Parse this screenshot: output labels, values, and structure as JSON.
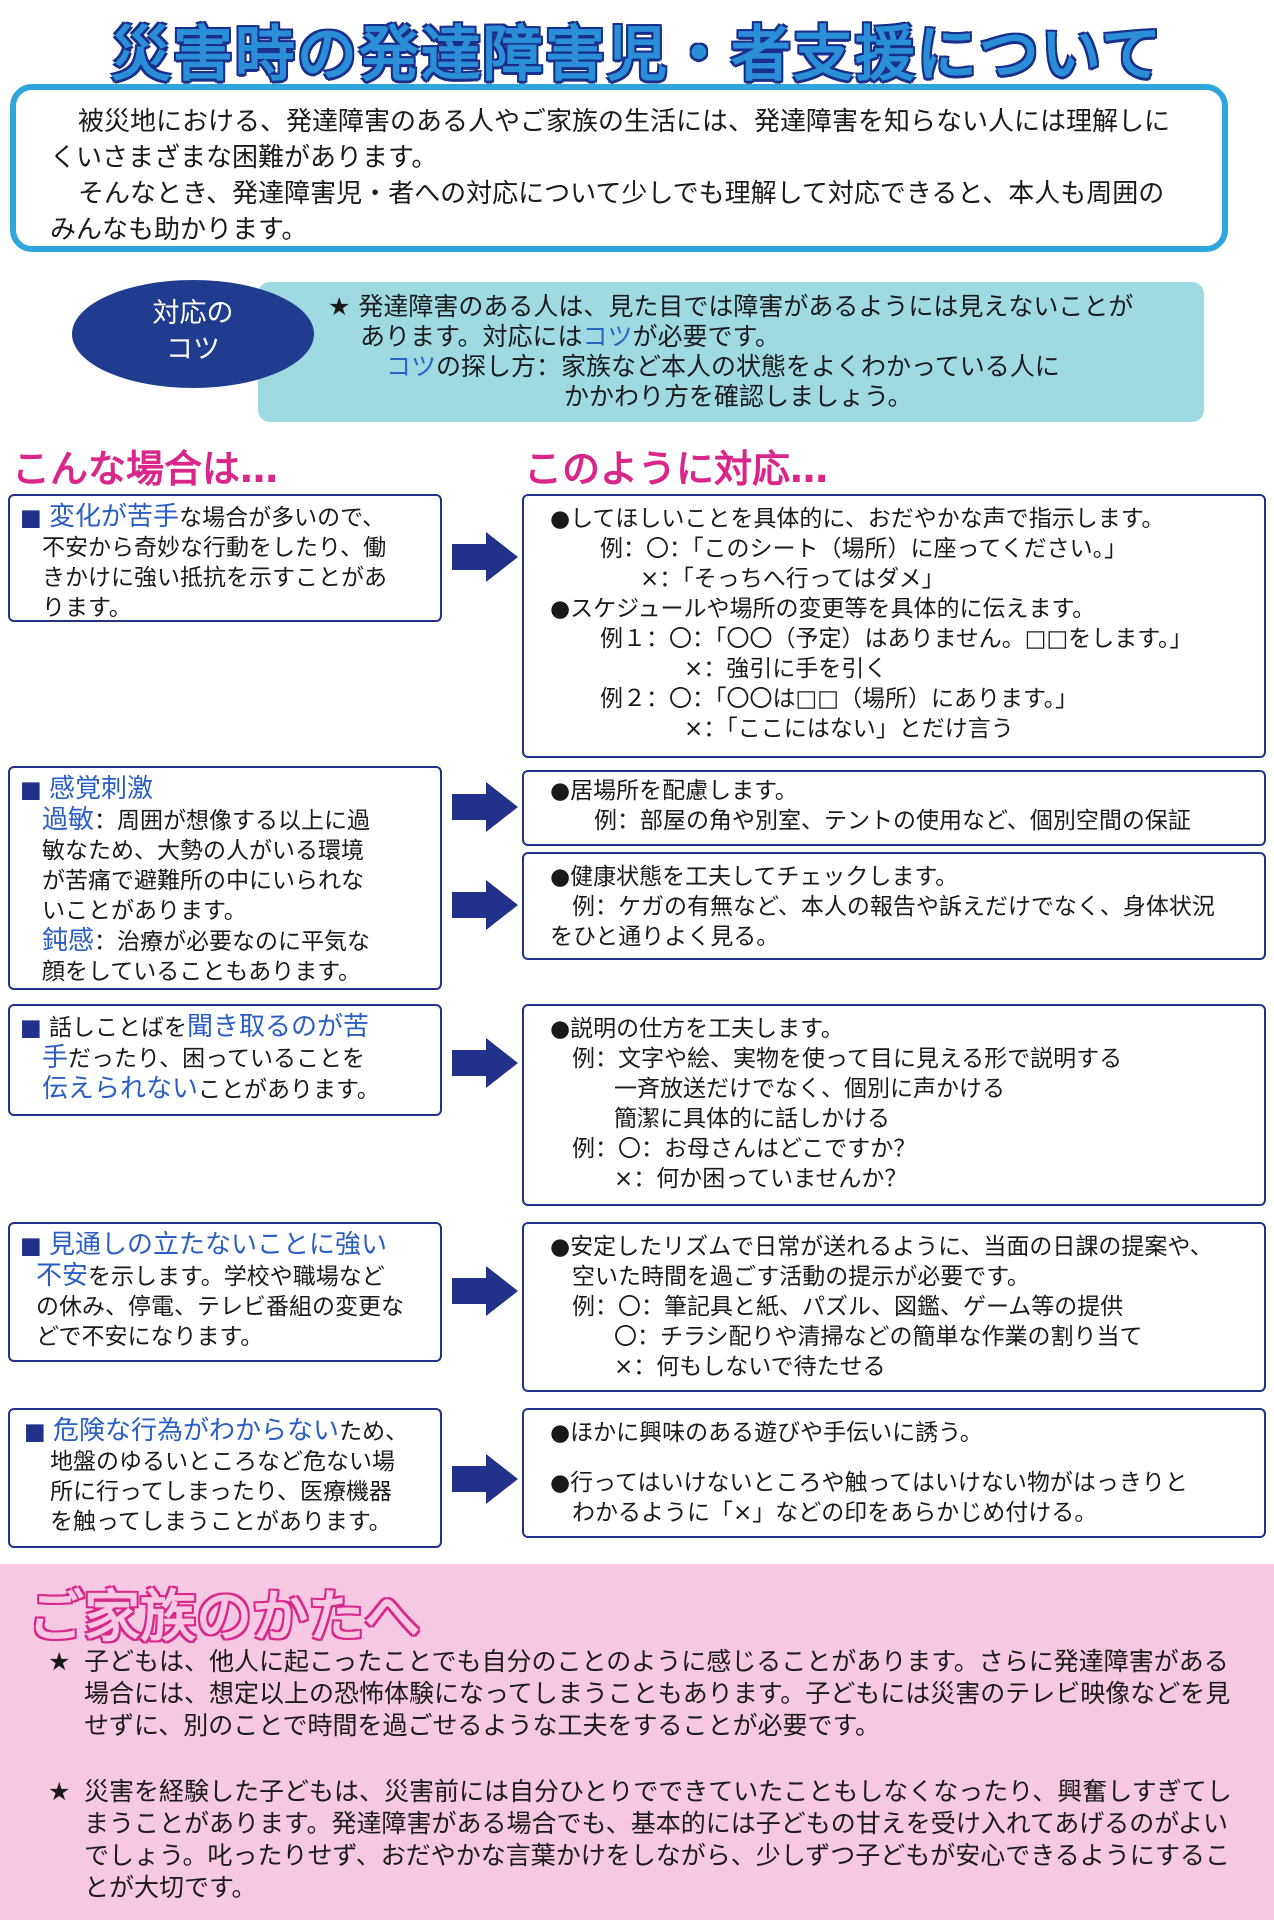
{
  "title": "災害時の発達障害児・者支援について",
  "intro": {
    "p1": "被災地における、発達障害のある人やご家族の生活には、発達障害を知らない人には理解しにくいさまざまな困難があります。",
    "p2": "そんなとき、発達障害児・者への対応について少しでも理解して対応できると、本人も周囲のみんなも助かります。"
  },
  "tips": {
    "badge_line1": "対応の",
    "badge_line2": "コツ",
    "star": "★",
    "line1": "発達障害のある人は、見た目では障害があるようには見えないことが",
    "line2a": "あります。対応には",
    "line2b": "コツ",
    "line2c": "が必要です。",
    "line3a": "コツ",
    "line3b": "の探し方：家族など本人の状態をよくわかっている人に",
    "line4": "かかわり方を確認しましょう。"
  },
  "headings": {
    "left": "こんな場合は…",
    "right": "このように対応…"
  },
  "cases": {
    "c1": {
      "hl": "変化が苦手",
      "text1": "な場合が多いので、",
      "text2": "不安から奇妙な行動をしたり、働",
      "text3": "きかけに強い抵抗を示すことがあ",
      "text4": "ります。"
    },
    "c2": {
      "hl": "感覚刺激",
      "sub1": "過敏",
      "sub1_text1": "：周囲が想像する以上に過",
      "sub1_text2": "敏なため、大勢の人がいる環境",
      "sub1_text3": "が苦痛で避難所の中にいられな",
      "sub1_text4": "いことがあります。",
      "sub2": "鈍感",
      "sub2_text1": "：治療が必要なのに平気な",
      "sub2_text2": "顔をしていることもあります。"
    },
    "c3": {
      "pre": "話しことばを",
      "hl1": "聞き取るのが苦",
      "hl2": "手",
      "text2": "だったり、困っていることを",
      "hl3": "伝えられない",
      "text3": "ことがあります。"
    },
    "c4": {
      "hl1": "見通しの立たないことに強い",
      "hl2": "不安",
      "text1": "を示します。学校や職場など",
      "text2": "の休み、停電、テレビ番組の変更な",
      "text3": "どで不安になります。"
    },
    "c5": {
      "hl": "危険な行為がわからない",
      "text1": "ため、",
      "text2": "地盤のゆるいところなど危ない場",
      "text3": "所に行ってしまったり、医療機器",
      "text4": "を触ってしまうことがあります。"
    }
  },
  "responses": {
    "r1": {
      "l1": "●してほしいことを具体的に、おだやかな声で指示します。",
      "l2": "例：〇：「このシート（場所）に座ってください。」",
      "l3": "×：「そっちへ行ってはダメ」",
      "l4": "●スケジュールや場所の変更等を具体的に伝えます。",
      "l5": "例１：〇：「〇〇（予定）はありません。□□をします。」",
      "l6": "×：強引に手を引く",
      "l7": "例２：〇：「〇〇は□□（場所）にあります。」",
      "l8": "×：「ここにはない」とだけ言う"
    },
    "r2a": {
      "l1": "●居場所を配慮します。",
      "l2": "例：部屋の角や別室、テントの使用など、個別空間の保証"
    },
    "r2b": {
      "l1": "●健康状態を工夫してチェックします。",
      "l2": "例：ケガの有無など、本人の報告や訴えだけでなく、身体状況",
      "l3": "をひと通りよく見る。"
    },
    "r3": {
      "l1": "●説明の仕方を工夫します。",
      "l2": "例：文字や絵、実物を使って目に見える形で説明する",
      "l3": "一斉放送だけでなく、個別に声かける",
      "l4": "簡潔に具体的に話しかける",
      "l5": "例：〇：お母さんはどこですか？",
      "l6": "×：何か困っていませんか？"
    },
    "r4": {
      "l1": "●安定したリズムで日常が送れるように、当面の日課の提案や、",
      "l2": "空いた時間を過ごす活動の提示が必要です。",
      "l3": "例：〇：筆記具と紙、パズル、図鑑、ゲーム等の提供",
      "l4": "〇：チラシ配りや清掃などの簡単な作業の割り当て",
      "l5": "×：何もしないで待たせる"
    },
    "r5": {
      "l1": "●ほかに興味のある遊びや手伝いに誘う。",
      "l2": "●行ってはいけないところや触ってはいけない物がはっきりと",
      "l3": "わかるように「×」などの印をあらかじめ付ける。"
    }
  },
  "family": {
    "title": "ご家族のかたへ",
    "star": "★",
    "item1": "子どもは、他人に起こったことでも自分のことのように感じることがあります。さらに発達障害がある場合には、想定以上の恐怖体験になってしまうこともあります。子どもには災害のテレビ映像などを見せずに、別のことで時間を過ごせるような工夫をすることが必要です。",
    "item2": "災害を経験した子どもは、災害前には自分ひとりでできていたこともしなくなったり、興奮しすぎてしまうことがあります。発達障害がある場合でも、基本的には子どもの甘えを受け入れてあげるのがよいでしょう。叱ったりせず、おだやかな言葉かけをしながら、少しずつ子どもが安心できるようにすることが大切です。"
  },
  "colors": {
    "accent_blue": "#2a8ed8",
    "navy": "#22328a",
    "pink": "#d9268a",
    "tips_bg": "#9fd9e1",
    "family_bg": "#f7c8e1"
  }
}
